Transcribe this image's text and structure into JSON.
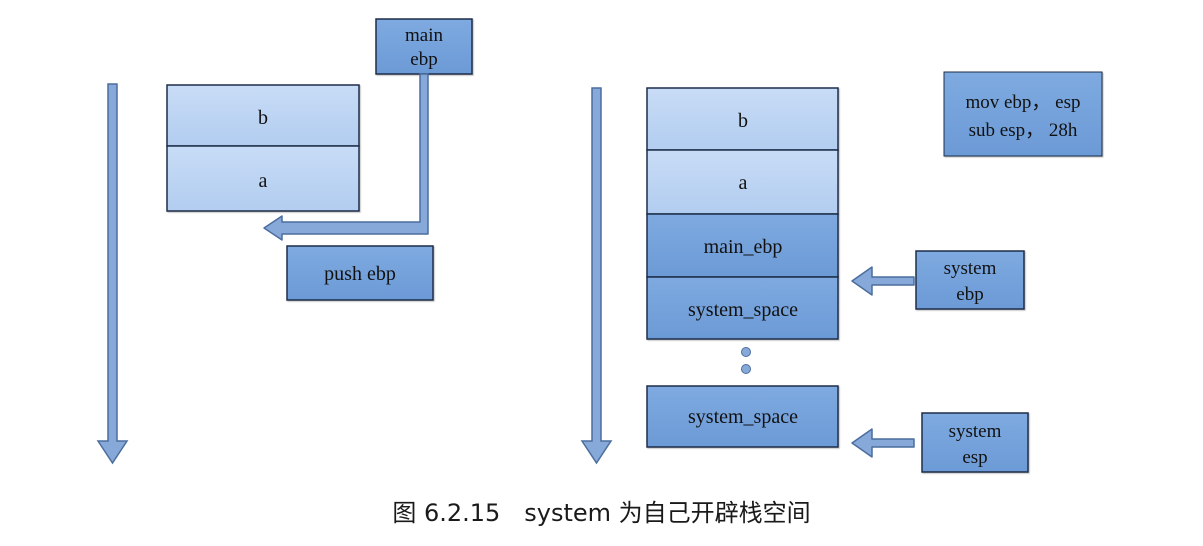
{
  "left_panel": {
    "stack_cells": [
      "b",
      "a"
    ],
    "main_ebp_box": [
      "main",
      "ebp"
    ],
    "push_box": "push ebp"
  },
  "right_panel": {
    "stack_cells": [
      "b",
      "a",
      "main_ebp",
      "system_space"
    ],
    "lower_cell": "system_space",
    "instructions": [
      "mov ebp， esp",
      "sub esp， 28h"
    ],
    "system_ebp_box": [
      "system",
      "ebp"
    ],
    "system_esp_box": [
      "system",
      "esp"
    ]
  },
  "colors": {
    "light_cell": "#bcd4f4",
    "dark_cell": "#74a2dc",
    "border": "#1f2f48",
    "arrow_fill": "#87a9d9",
    "arrow_stroke": "#4b6e9e"
  },
  "caption": "图 6.2.15　system 为自己开辟栈空间"
}
